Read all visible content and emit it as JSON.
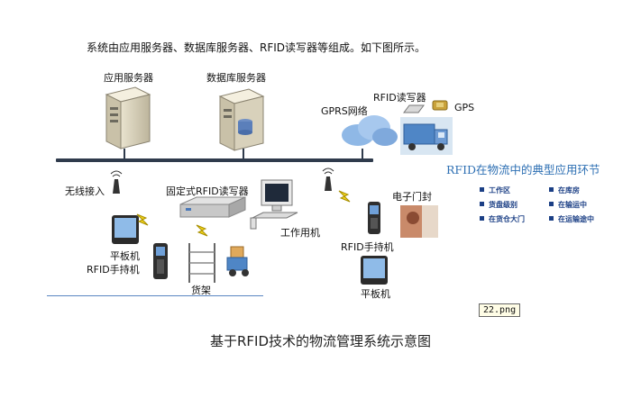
{
  "intro_text": "系统由应用服务器、数据库服务器、RFID读写器等组成。如下图所示。",
  "labels": {
    "app_server": "应用服务器",
    "db_server": "数据库服务器",
    "rfid_reader_top": "RFID读写器",
    "gprs": "GPRS网络",
    "gps": "GPS",
    "wireless": "无线接入",
    "fixed_reader": "固定式RFID读写器",
    "workstation": "工作用机",
    "e_seal": "电子门封",
    "handheld_right": "RFID手持机",
    "tablet_right": "平板机",
    "tablet_left": "平板机",
    "handheld_left": "RFID手持机",
    "shelf": "货架"
  },
  "typical": {
    "title": "RFID在物流中的典型应用环节",
    "items_left": [
      "工作区",
      "货盘级别",
      "在货仓大门"
    ],
    "items_right": [
      "在库房",
      "在输运中",
      "在运输途中"
    ]
  },
  "file_tag": "22.png",
  "caption": "基于RFID技术的物流管理系统示意图",
  "colors": {
    "bus": "#2f3b4c",
    "typical_title": "#2d6fb3",
    "typical_items": "#1b3f85",
    "underline": "#5a87c2",
    "truck": "#4f86c6",
    "cloud": "#8fb8e6"
  }
}
